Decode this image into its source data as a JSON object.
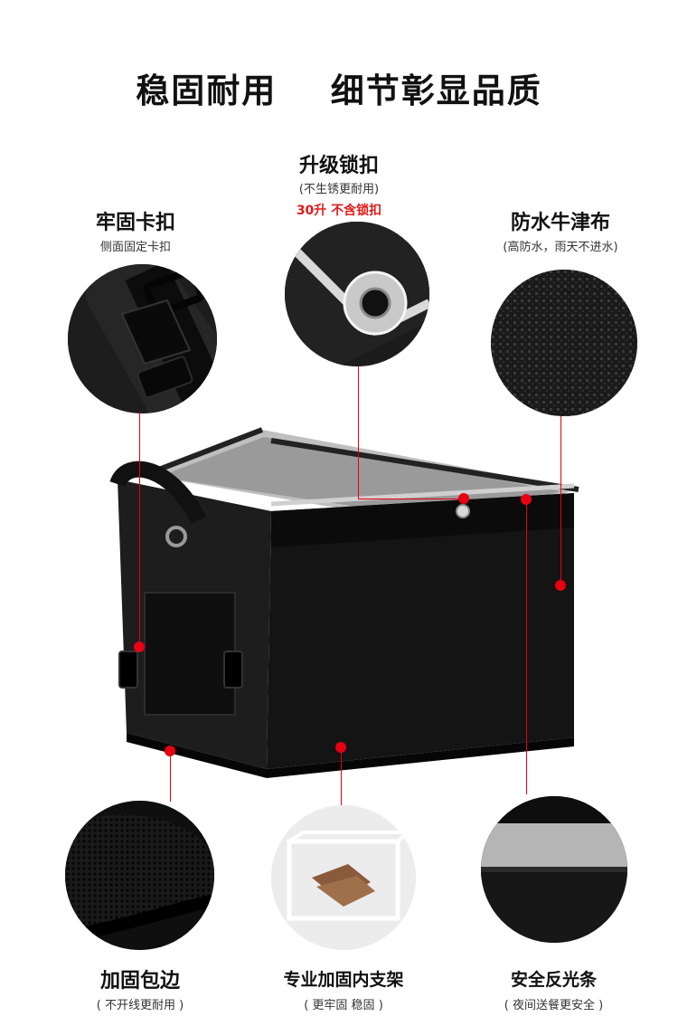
{
  "headline": "稳固耐用    细节彰显品质",
  "features": {
    "lock": {
      "title": "升级锁扣",
      "sub": "(不生锈更耐用)",
      "note": "30升  不含锁扣"
    },
    "buckle": {
      "title": "牢固卡扣",
      "sub": "侧面固定卡扣"
    },
    "fabric": {
      "title": "防水牛津布",
      "sub": "(高防水，雨天不进水)"
    },
    "edge": {
      "title": "加固包边",
      "sub": "( 不开线更耐用 )"
    },
    "frame": {
      "title": "专业加固内支架",
      "sub": "( 更牢固 稳固 )"
    },
    "reflective": {
      "title": "安全反光条",
      "sub": "( 夜间送餐更安全 )"
    }
  },
  "colors": {
    "accent": "#e60012",
    "bag": "#111111",
    "text": "#111111"
  }
}
